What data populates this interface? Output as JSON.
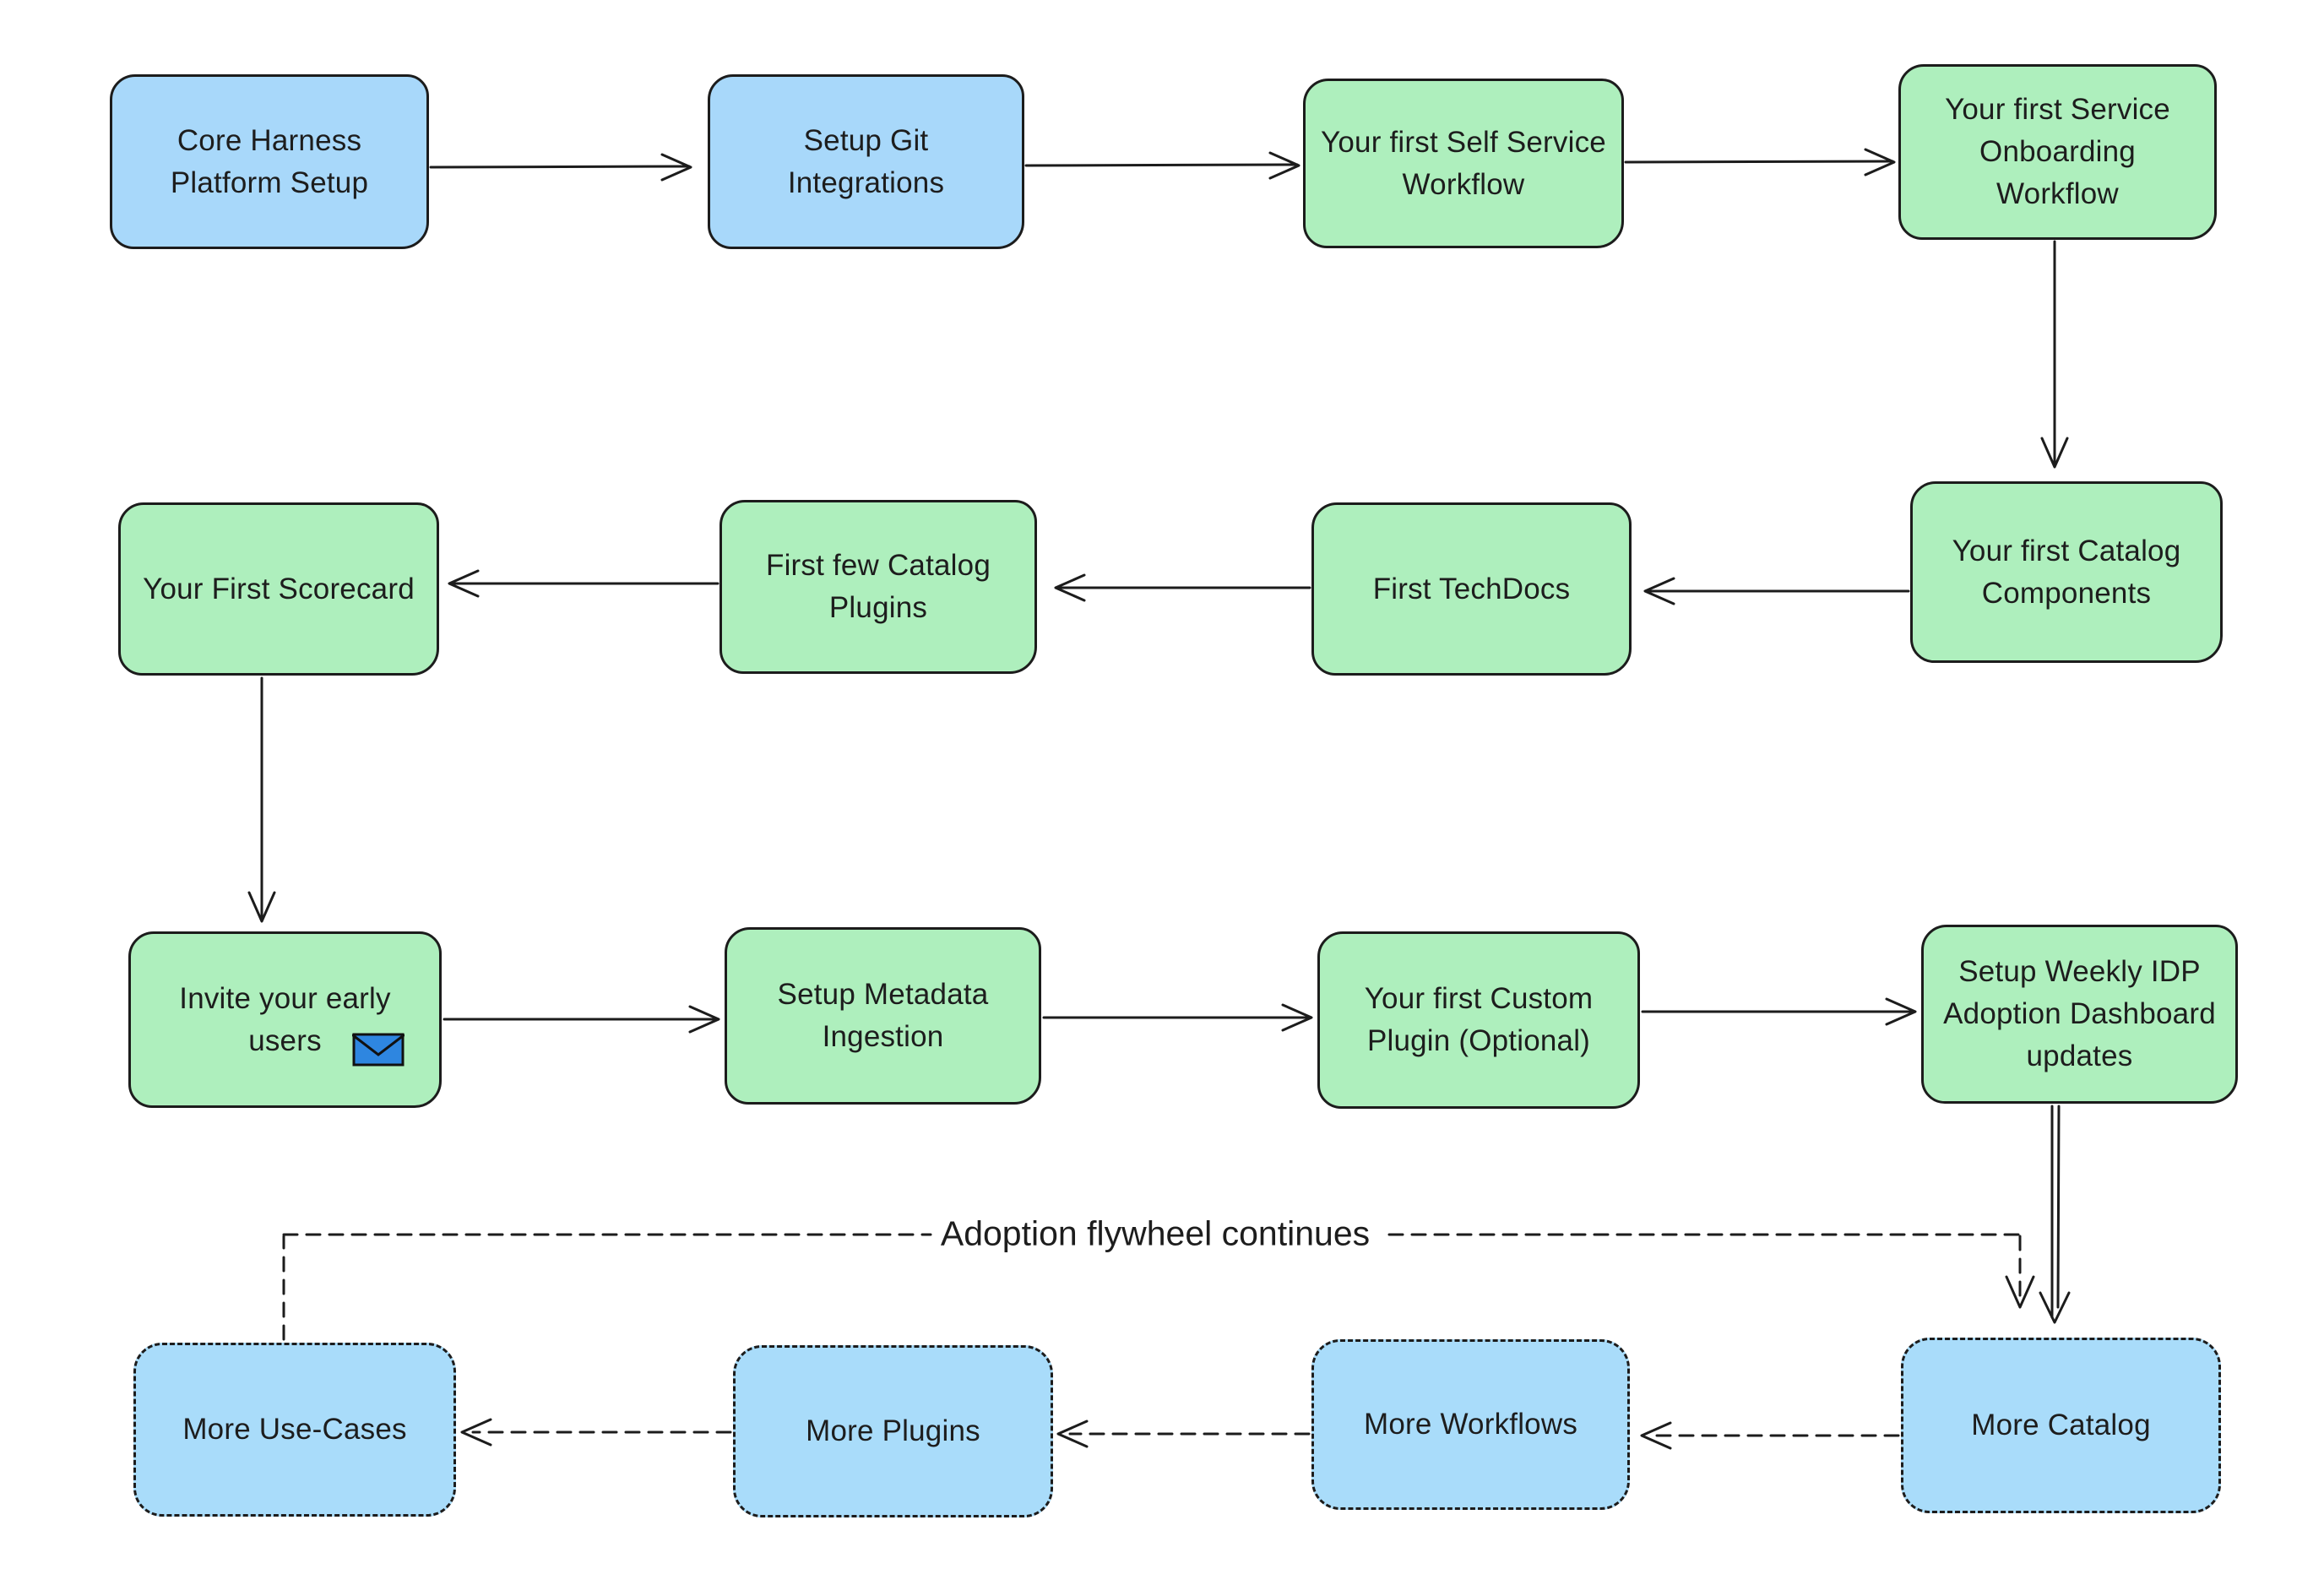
{
  "diagram": {
    "type": "flowchart",
    "background": "#ffffff",
    "flywheel_label": "Adoption flywheel continues",
    "colors": {
      "solid_blue_fill": "#a8d8fa",
      "green_fill": "#aeefbd",
      "dashed_blue_fill": "#a9dcfa",
      "stroke": "#1c1c1c",
      "text": "#1d1d1d",
      "envelope_fill": "#2e86e0"
    },
    "icons": {
      "envelope": "envelope-icon"
    },
    "nodes": [
      {
        "id": "core-harness-platform-setup",
        "label": "Core Harness\nPlatform Setup",
        "style": "solid-blue"
      },
      {
        "id": "setup-git-integrations",
        "label": "Setup Git\nIntegrations",
        "style": "solid-blue"
      },
      {
        "id": "first-self-service-workflow",
        "label": "Your first Self Service\nWorkflow",
        "style": "solid-green"
      },
      {
        "id": "first-service-onboarding-workflow",
        "label": "Your first Service\nOnboarding\nWorkflow",
        "style": "solid-green"
      },
      {
        "id": "your-first-scorecard",
        "label": "Your First Scorecard",
        "style": "solid-green"
      },
      {
        "id": "first-few-catalog-plugins",
        "label": "First few Catalog\nPlugins",
        "style": "solid-green"
      },
      {
        "id": "first-techdocs",
        "label": "First TechDocs",
        "style": "solid-green"
      },
      {
        "id": "first-catalog-components",
        "label": "Your first Catalog\nComponents",
        "style": "solid-green"
      },
      {
        "id": "invite-early-users",
        "label": "Invite your early\nusers",
        "style": "solid-green",
        "icon": "envelope-icon"
      },
      {
        "id": "setup-metadata-ingestion",
        "label": "Setup Metadata\nIngestion",
        "style": "solid-green"
      },
      {
        "id": "first-custom-plugin",
        "label": "Your first Custom\nPlugin (Optional)",
        "style": "solid-green"
      },
      {
        "id": "weekly-idp-adoption-dashboard",
        "label": "Setup Weekly IDP\nAdoption Dashboard\nupdates",
        "style": "solid-green"
      },
      {
        "id": "more-use-cases",
        "label": "More Use-Cases",
        "style": "dashed-blue"
      },
      {
        "id": "more-plugins",
        "label": "More Plugins",
        "style": "dashed-blue"
      },
      {
        "id": "more-workflows",
        "label": "More Workflows",
        "style": "dashed-blue"
      },
      {
        "id": "more-catalog",
        "label": "More Catalog",
        "style": "dashed-blue"
      }
    ]
  }
}
